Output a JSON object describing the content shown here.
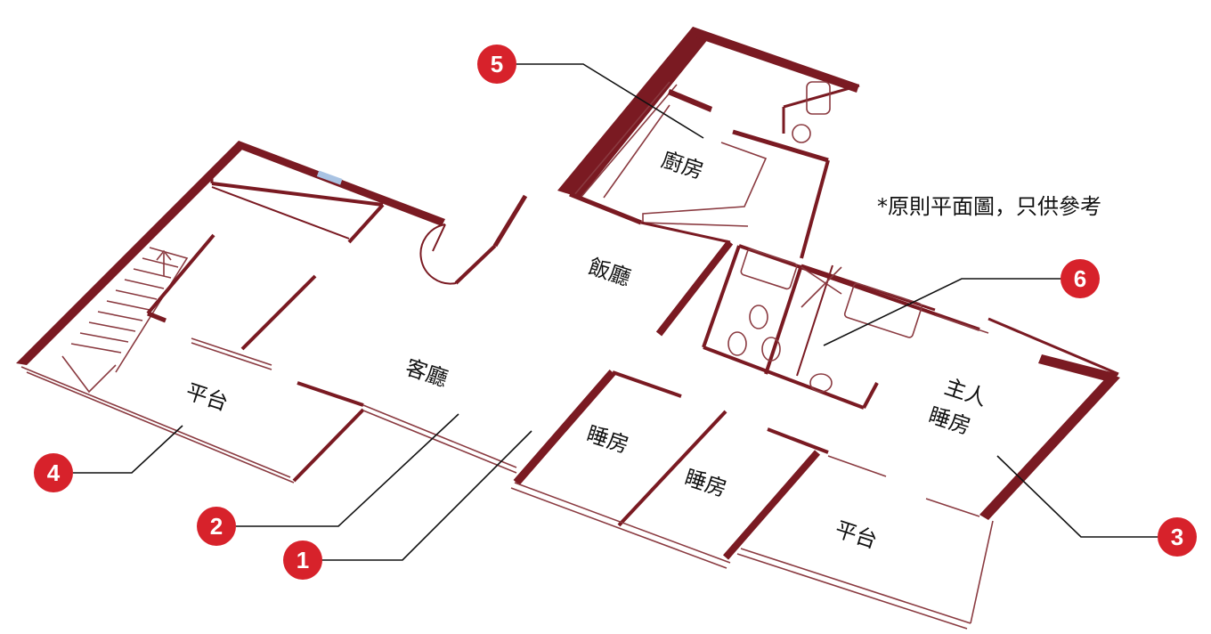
{
  "note": "*原則平面圖，只供參考",
  "rooms": {
    "kitchen": "廚房",
    "dining": "飯廳",
    "living": "客廳",
    "balcony_left": "平台",
    "bedroom_1": "睡房",
    "bedroom_2": "睡房",
    "master_line1": "主人",
    "master_line2": "睡房",
    "balcony_right": "平台"
  },
  "markers": [
    "1",
    "2",
    "3",
    "4",
    "5",
    "6"
  ],
  "colors": {
    "wall": "#7a1a22",
    "marker": "#d7222b",
    "leader": "#111111"
  }
}
